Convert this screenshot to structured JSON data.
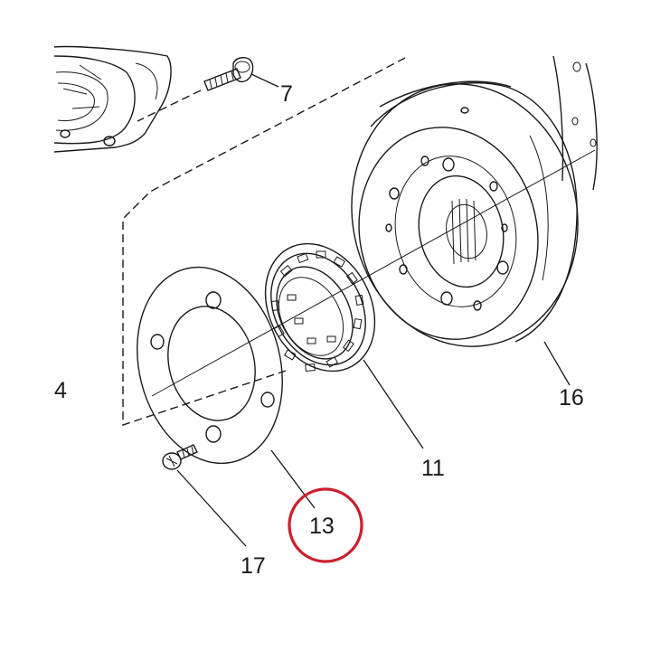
{
  "labels": {
    "part_4": "4",
    "part_7": "7",
    "part_11": "11",
    "part_13": "13",
    "part_16": "16",
    "part_17": "17"
  },
  "highlight": {
    "target": "13",
    "color": "#cc1f2d"
  },
  "colors": {
    "ink": "#1a1a1a",
    "background": "#ffffff"
  }
}
